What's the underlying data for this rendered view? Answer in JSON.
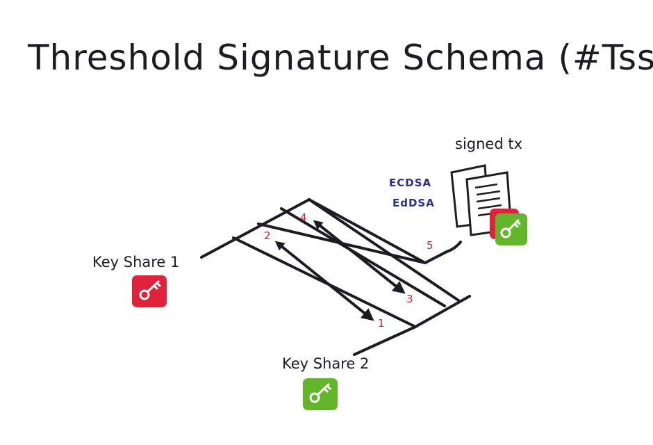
{
  "title": "Threshold Signature Schema (#Tss)",
  "labels": {
    "signed_tx": "signed tx",
    "key_share_1": "Key Share 1",
    "key_share_2": "Key Share 2"
  },
  "algorithms": [
    "ECDSA",
    "EdDSA"
  ],
  "steps": [
    "1",
    "2",
    "3",
    "4",
    "5"
  ],
  "icons": {
    "document": "document-stack-icon",
    "key": "key-icon"
  },
  "colors": {
    "ink": "#1c1c22",
    "key_share_1": "#e0223a",
    "key_share_2": "#63b62a",
    "algorithm_text": "#2a2f8a",
    "step_number": "#d81f3a"
  }
}
